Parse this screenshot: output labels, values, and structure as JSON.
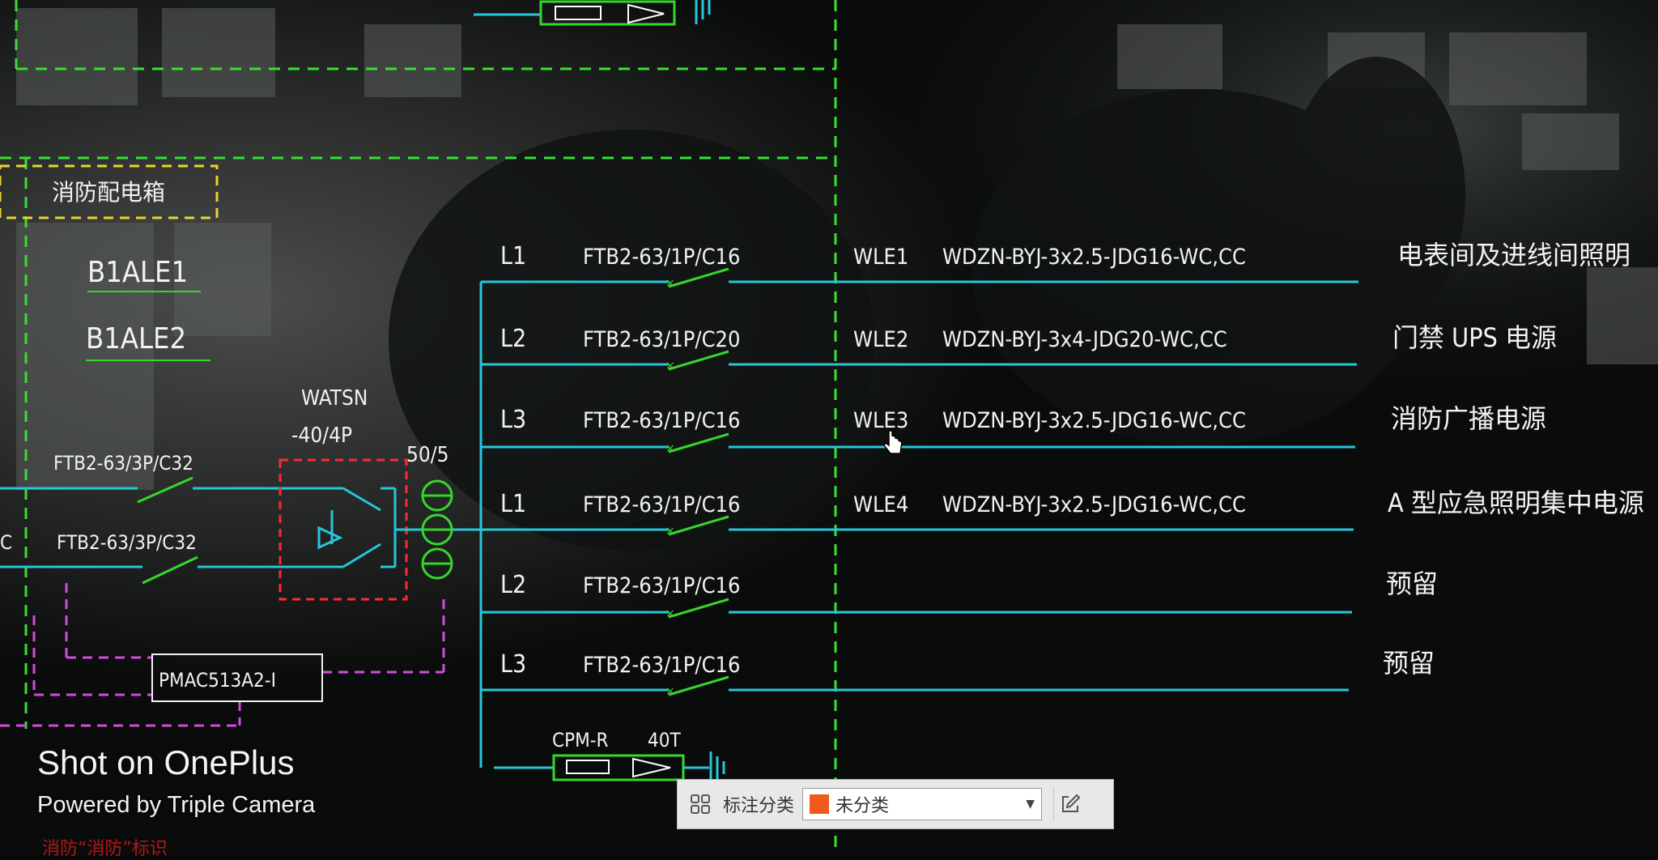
{
  "drawing": {
    "panel_title": "消防配电箱",
    "panel_ids": [
      "B1ALE1",
      "B1ALE2"
    ],
    "switch_model": "WATSN",
    "switch_rating": "-40/4P",
    "ct_ratio": "50/5",
    "incoming_breaker_1": "FTB2-63/3P/C32",
    "incoming_breaker_2": "FTB2-63/3P/C32",
    "meter": "PMAC513A2-I",
    "spd_label": "CPM-R",
    "spd_rating": "40T",
    "circuits": [
      {
        "phase": "L1",
        "breaker": "FTB2-63/1P/C16",
        "circuit_id": "WLE1",
        "cable": "WDZN-BYJ-3x2.5-JDG16-WC,CC",
        "load": "电表间及进线间照明"
      },
      {
        "phase": "L2",
        "breaker": "FTB2-63/1P/C20",
        "circuit_id": "WLE2",
        "cable": "WDZN-BYJ-3x4-JDG20-WC,CC",
        "load": "门禁 UPS 电源"
      },
      {
        "phase": "L3",
        "breaker": "FTB2-63/1P/C16",
        "circuit_id": "WLE3",
        "cable": "WDZN-BYJ-3x2.5-JDG16-WC,CC",
        "load": "消防广播电源"
      },
      {
        "phase": "L1",
        "breaker": "FTB2-63/1P/C16",
        "circuit_id": "WLE4",
        "cable": "WDZN-BYJ-3x2.5-JDG16-WC,CC",
        "load": "A 型应急照明集中电源"
      },
      {
        "phase": "L2",
        "breaker": "FTB2-63/1P/C16",
        "circuit_id": "",
        "cable": "",
        "load": "预留"
      },
      {
        "phase": "L3",
        "breaker": "FTB2-63/1P/C16",
        "circuit_id": "",
        "cable": "",
        "load": "预留"
      }
    ],
    "bottom_note": "消防“消防”标识",
    "left_edge_char": "C"
  },
  "watermark": {
    "brand": "Shot on OnePlus",
    "sub": "Powered by Triple Camera"
  },
  "toolbar": {
    "label": "标注分类",
    "category_value": "未分类",
    "category_color": "#f05a1a",
    "icons": {
      "grid": "grid-icon",
      "dropdown": "chevron-down-icon",
      "edit": "edit-icon"
    }
  },
  "colors": {
    "cyan": "#27c6d8",
    "green": "#36d62c",
    "dashed_green": "#38e030",
    "magenta": "#d34adf",
    "red": "#ff2b2b",
    "yellow": "#e8d62a"
  }
}
